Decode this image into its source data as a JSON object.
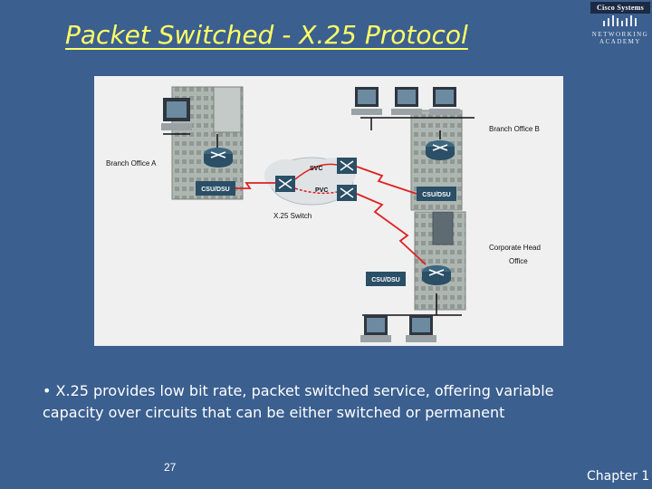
{
  "slide": {
    "title": "Packet Switched - X.25 Protocol",
    "bullet": "• X.25 provides low bit rate, packet switched service, offering variable capacity over circuits that can be either switched or permanent",
    "page_number": "27",
    "chapter": "Chapter 1"
  },
  "logo": {
    "brand": "Cisco Systems",
    "program_line1": "NETWORKING",
    "program_line2": "ACADEMY"
  },
  "diagram": {
    "labels": {
      "branch_a": "Branch Office A",
      "branch_b": "Branch Office B",
      "corporate_line1": "Corporate Head",
      "corporate_line2": "Office",
      "svc": "SVC",
      "pvc": "PVC",
      "x25_switch": "X.25 Switch",
      "csu_a": "CSU/DSU",
      "csu_b": "CSU/DSU",
      "csu_c": "CSU/DSU"
    },
    "colors": {
      "link": "#e02020",
      "building": "#a9b1ad",
      "device": "#2a4f66"
    }
  },
  "colors": {
    "background": "#3b5f8f",
    "title": "#ffff66",
    "text": "#ffffff"
  }
}
